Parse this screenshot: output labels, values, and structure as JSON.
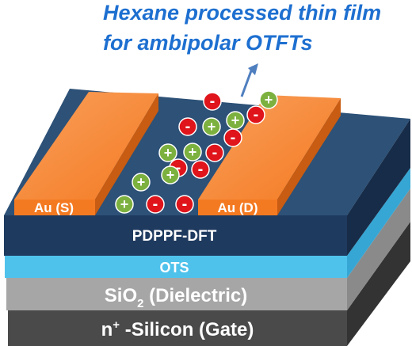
{
  "title": {
    "line1": "Hexane processed thin film",
    "line2": "for ambipolar  OTFTs"
  },
  "layers": {
    "gate": {
      "prefix": "n",
      "sup": "+",
      "rest": " -Silicon (Gate)",
      "color": "#4a4a4a"
    },
    "dielectric": {
      "prefix": "SiO",
      "sub": "2",
      "rest": " (Dielectric)",
      "color": "#a6a6a6"
    },
    "ots": {
      "label": "OTS",
      "color": "#4fc2ec"
    },
    "semiconductor": {
      "label": "PDPPF-DFT",
      "color": "#1f3a5f"
    }
  },
  "electrodes": {
    "source": {
      "label": "Au (S)",
      "color": "#f47a22"
    },
    "drain": {
      "label": "Au (D)",
      "color": "#f47a22"
    }
  },
  "charges": {
    "plus_symbol": "+",
    "minus_symbol": "-",
    "plus_color": "#7db13f",
    "minus_color": "#e0141b"
  },
  "arrow_color": "#4f7fbf"
}
